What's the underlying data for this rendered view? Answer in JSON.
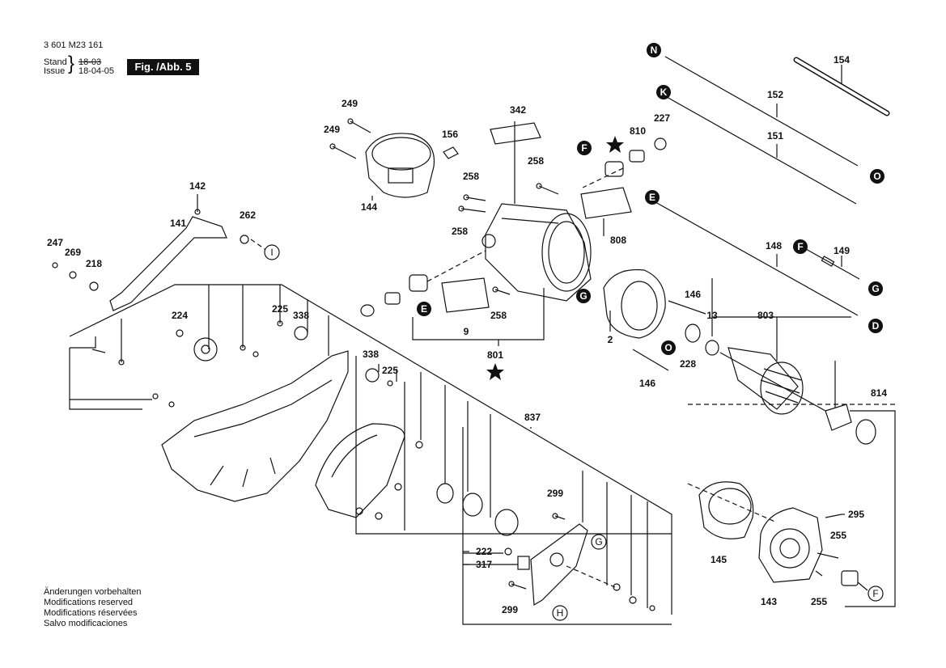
{
  "header": {
    "doc_number": "3 601 M23 161",
    "stand_label": "Stand",
    "issue_label": "Issue",
    "stand_date_struck": "18-03",
    "issue_date": "18-04-05",
    "figure_label": "Fig. /Abb. 5"
  },
  "notes": [
    "Änderungen vorbehalten",
    "Modifications reserved",
    "Modifications réservées",
    "Salvo modificaciones"
  ],
  "connector_letters": [
    "N",
    "K",
    "O",
    "E",
    "F",
    "G",
    "D",
    "I",
    "H"
  ],
  "parts": [
    "154",
    "152",
    "151",
    "227",
    "810",
    "342",
    "156",
    "249",
    "258",
    "808",
    "144",
    "142",
    "262",
    "141",
    "247",
    "269",
    "218",
    "224",
    "225",
    "338",
    "801",
    "9",
    "2",
    "146",
    "228",
    "13",
    "803",
    "148",
    "149",
    "814",
    "837",
    "299",
    "222",
    "317",
    "145",
    "143",
    "255",
    "295"
  ],
  "colors": {
    "line": "#111111",
    "badge_bg": "#111111",
    "badge_fg": "#ffffff",
    "page_bg": "#ffffff"
  },
  "icons": {
    "star": "star-icon",
    "connector": "circle-letter-icon",
    "parts": "exploded-part-drawing"
  }
}
